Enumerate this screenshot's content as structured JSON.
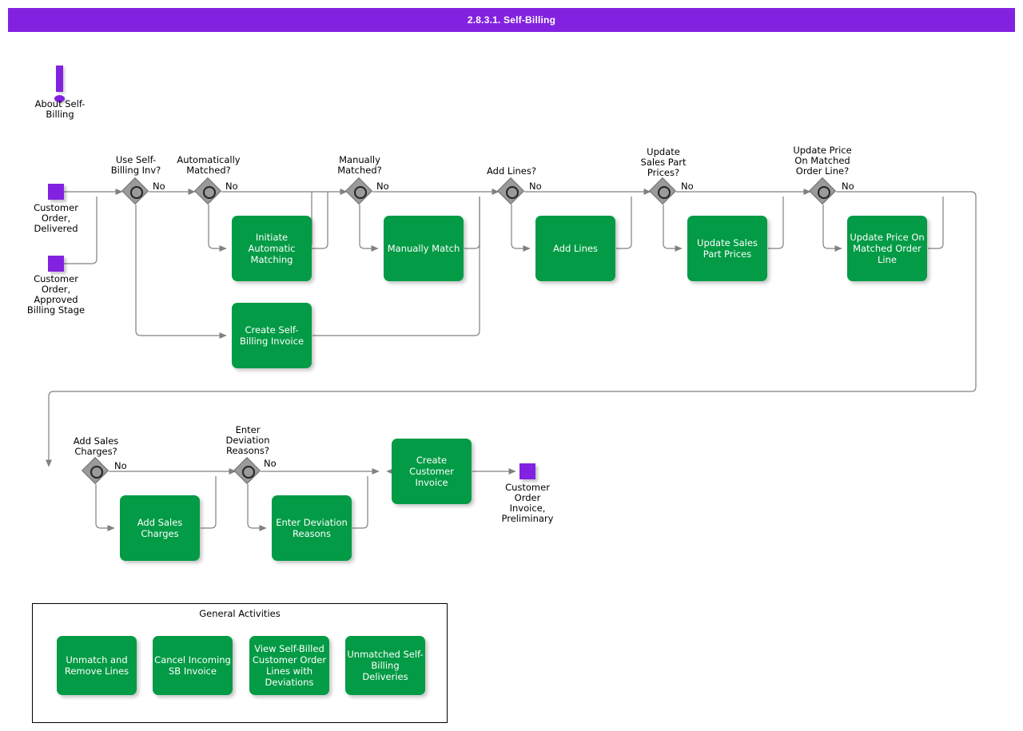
{
  "title": "2.8.3.1. Self-Billing",
  "note": {
    "label": "About Self-\nBilling",
    "icon": "exclamation-icon"
  },
  "start_nodes": [
    {
      "name": "customer-order-delivered",
      "label": "Customer\nOrder,\nDelivered",
      "color": "#8222e0"
    },
    {
      "name": "customer-order-approved-billing-stage",
      "label": "Customer\nOrder,\nApproved\nBilling Stage",
      "color": "#8222e0"
    }
  ],
  "end_nodes": [
    {
      "name": "customer-order-invoice-preliminary",
      "label": "Customer\nOrder\nInvoice,\nPreliminary",
      "color": "#8222e0"
    }
  ],
  "decisions": [
    {
      "id": "use-self-billing-inv",
      "label": "Use Self-\nBilling Inv?",
      "branch_label": "No"
    },
    {
      "id": "automatically-matched",
      "label": "Automatically\nMatched?",
      "branch_label": "No"
    },
    {
      "id": "manually-matched",
      "label": "Manually\nMatched?",
      "branch_label": "No"
    },
    {
      "id": "add-lines",
      "label": "Add Lines?",
      "branch_label": "No"
    },
    {
      "id": "update-sales-part-prices",
      "label": "Update\nSales Part\nPrices?",
      "branch_label": "No"
    },
    {
      "id": "update-price-on-matched-order-line",
      "label": "Update Price\nOn Matched\nOrder Line?",
      "branch_label": "No"
    },
    {
      "id": "add-sales-charges",
      "label": "Add Sales\nCharges?",
      "branch_label": "No"
    },
    {
      "id": "enter-deviation-reasons",
      "label": "Enter\nDeviation\nReasons?",
      "branch_label": "No"
    }
  ],
  "activities": [
    {
      "id": "initiate-automatic-matching",
      "label": "Initiate\nAutomatic\nMatching"
    },
    {
      "id": "manually-match",
      "label": "Manually Match"
    },
    {
      "id": "add-lines",
      "label": "Add Lines"
    },
    {
      "id": "update-sales-part-prices",
      "label": "Update Sales\nPart Prices"
    },
    {
      "id": "update-price-on-matched-order-line",
      "label": "Update Price On\nMatched Order\nLine"
    },
    {
      "id": "create-self-billing-invoice",
      "label": "Create Self-\nBilling Invoice"
    },
    {
      "id": "add-sales-charges",
      "label": "Add Sales\nCharges"
    },
    {
      "id": "enter-deviation-reasons",
      "label": "Enter Deviation\nReasons"
    },
    {
      "id": "create-customer-invoice",
      "label": "Create\nCustomer\nInvoice"
    }
  ],
  "general_activities": {
    "title": "General Activities",
    "items": [
      {
        "id": "unmatch-and-remove-lines",
        "label": "Unmatch and\nRemove Lines"
      },
      {
        "id": "cancel-incoming-sb-invoice",
        "label": "Cancel Incoming\nSB Invoice"
      },
      {
        "id": "view-self-billed-customer-order-lines-with-deviations",
        "label": "View Self-Billed\nCustomer Order\nLines with\nDeviations"
      },
      {
        "id": "unmatched-self-billing-deliveries",
        "label": "Unmatched Self-\nBilling Deliveries"
      }
    ]
  },
  "colors": {
    "header": "#8222e0",
    "activity": "#039b45",
    "start_end": "#8222e0",
    "decision": "#9a9a9a",
    "connector": "#808080"
  }
}
